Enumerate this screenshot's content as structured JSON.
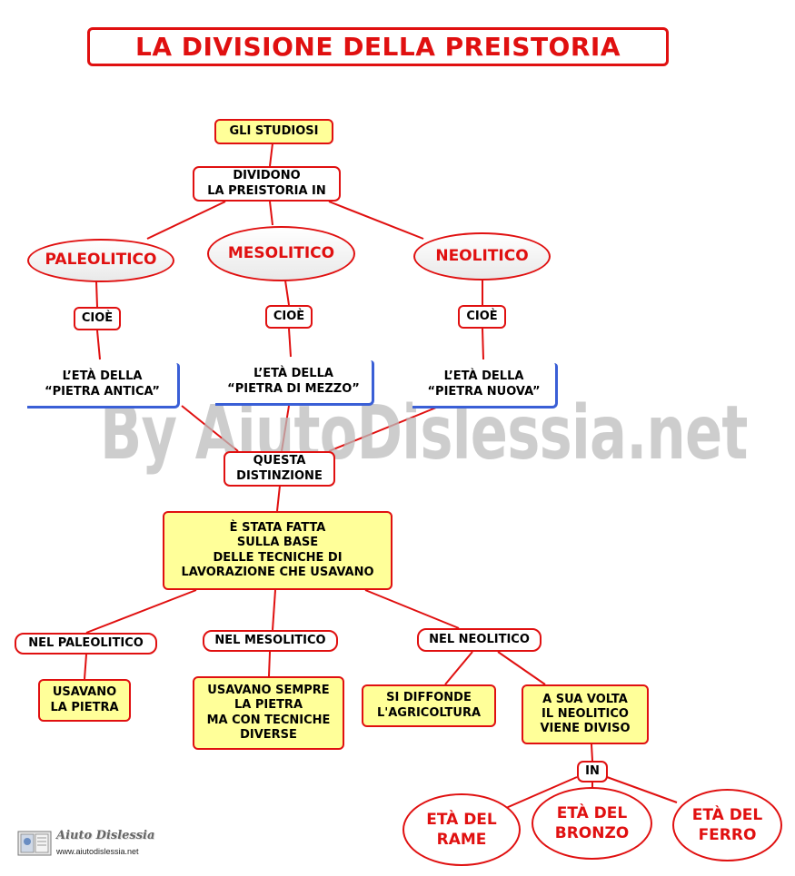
{
  "title": "LA DIVISIONE DELLA PREISTORIA",
  "nodes": {
    "studiosi": "GLI STUDIOSI",
    "dividono": "DIVIDONO\nLA PREISTORIA IN",
    "paleolitico": "PALEOLITICO",
    "mesolitico": "MESOLITICO",
    "neolitico": "NEOLITICO",
    "cioe": "CIOÈ",
    "eta_pietra_antica": "L’ETÀ  DELLA\n“PIETRA  ANTICA”",
    "eta_pietra_mezzo": "L’ETÀ DELLA\n“PIETRA DI MEZZO”",
    "eta_pietra_nuova": "L’ETÀ DELLA\n“PIETRA NUOVA”",
    "questa_distinzione": "QUESTA\nDISTINZIONE",
    "stata_fatta": "È STATA FATTA\nSULLA BASE\nDELLE TECNICHE DI\nLAVORAZIONE CHE USAVANO",
    "nel_paleolitico": "NEL PALEOLITICO",
    "nel_mesolitico": "NEL MESOLITICO",
    "nel_neolitico": "NEL NEOLITICO",
    "usavano_pietra": "USAVANO\nLA PIETRA",
    "usavano_sempre": "USAVANO SEMPRE\nLA PIETRA\nMA CON TECNICHE\nDIVERSE",
    "agricoltura": "SI DIFFONDE\nL'AGRICOLTURA",
    "neolitico_diviso": "A SUA VOLTA\nIL NEOLITICO\nVIENE DIVISO",
    "in": "IN",
    "eta_rame": "ETÀ DEL\nRAME",
    "eta_bronzo": "ETÀ DEL\nBRONZO",
    "eta_ferro": "ETÀ DEL\nFERRO"
  },
  "watermark": "By AiutoDislessia.net",
  "logo": {
    "name": "Aiuto Dislessia",
    "url": "www.aiutodislessia.net"
  },
  "colors": {
    "accent": "#e01010",
    "box_fill": "#ffff99",
    "bracket": "#3a5fd6",
    "watermark": "#bdbdbd"
  }
}
